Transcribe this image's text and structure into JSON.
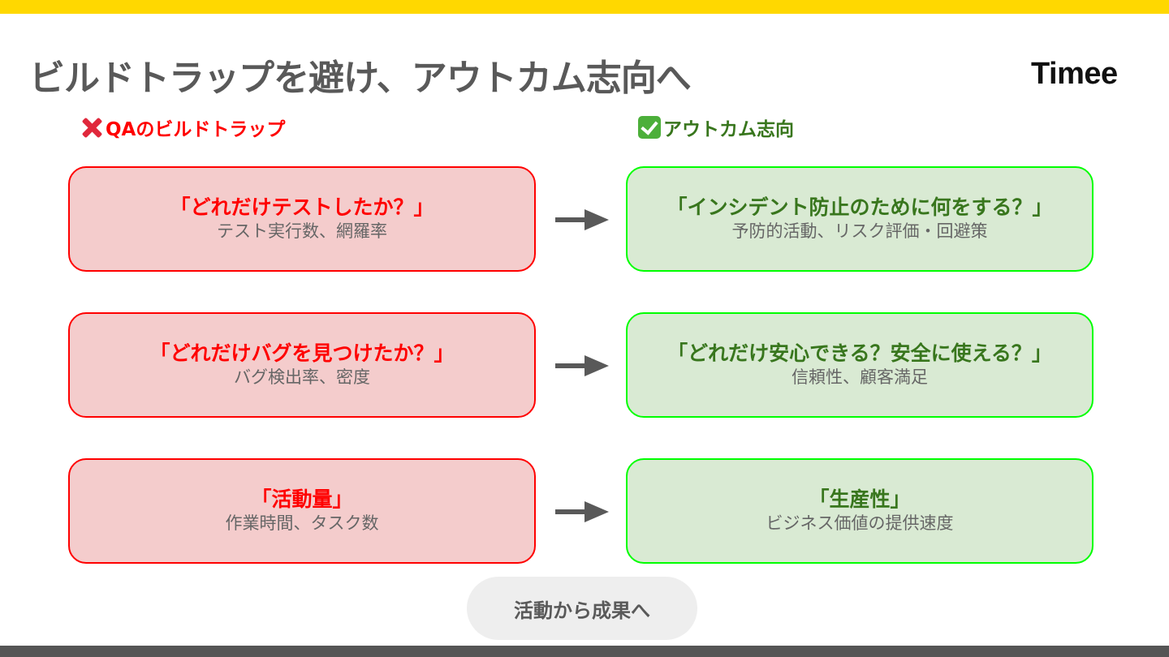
{
  "slide": {
    "title": "ビルドトラップを避け、アウトカム志向へ",
    "logo": "Timee"
  },
  "columns": {
    "bad_label": "QAのビルドトラップ",
    "good_label": "アウトカム志向"
  },
  "rows": [
    {
      "bad": {
        "main": "「どれだけテストしたか？」",
        "sub": "テスト実行数、網羅率"
      },
      "good": {
        "main": "「インシデント防止のために何をする？」",
        "sub": "予防的活動、リスク評価・回避策"
      }
    },
    {
      "bad": {
        "main": "「どれだけバグを見つけたか？」",
        "sub": "バグ検出率、密度"
      },
      "good": {
        "main": "「どれだけ安心できる？安全に使える？」",
        "sub": "信頼性、顧客満足"
      }
    },
    {
      "bad": {
        "main": "「活動量」",
        "sub": "作業時間、タスク数"
      },
      "good": {
        "main": "「生産性」",
        "sub": "ビジネス価値の提供速度"
      }
    }
  ],
  "footer": {
    "pill": "活動から成果へ"
  },
  "colors": {
    "accent_bar": "#FFD800",
    "bad_fill": "#F4CCCC",
    "bad_border": "#FF0000",
    "good_fill": "#D9EAD3",
    "good_border": "#00FF00",
    "good_text": "#38761D"
  }
}
